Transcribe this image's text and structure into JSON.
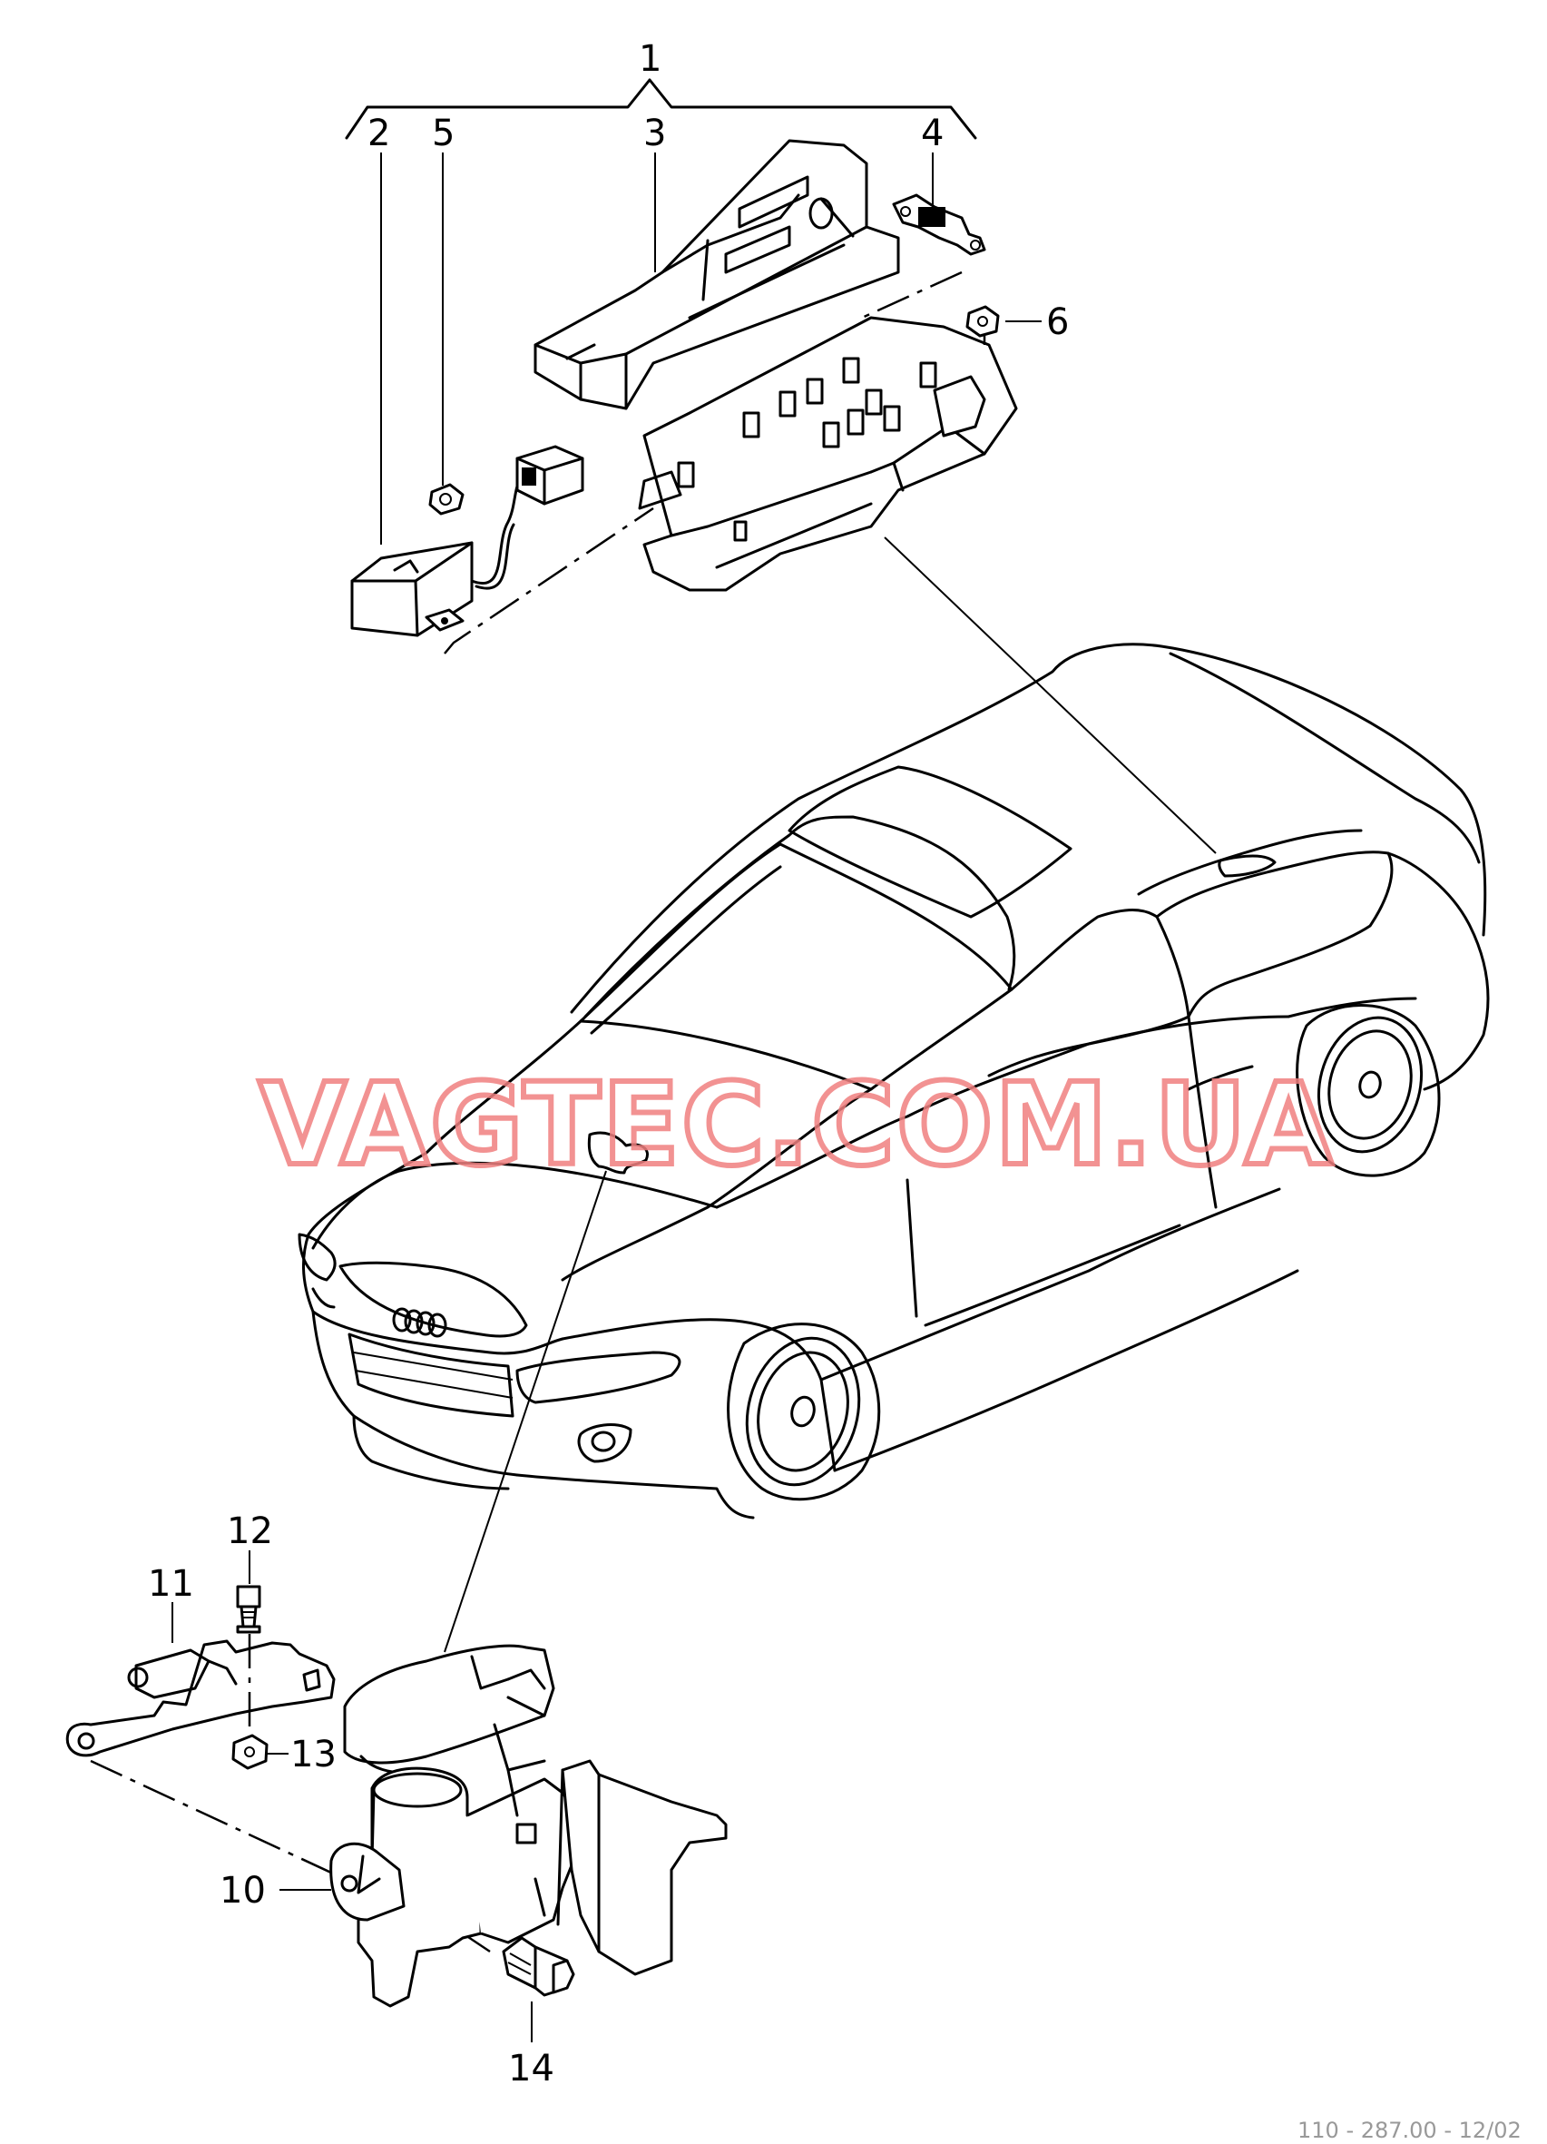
{
  "callouts": {
    "c1": "1",
    "c2": "2",
    "c3": "3",
    "c4": "4",
    "c5": "5",
    "c6": "6",
    "c10": "10",
    "c11": "11",
    "c12": "12",
    "c13": "13",
    "c14": "14"
  },
  "watermark": "VAGTEC.COM.UA",
  "footer_code": "110 - 287.00 - 12/02",
  "colors": {
    "watermark": "#f08080",
    "line": "#000000"
  }
}
